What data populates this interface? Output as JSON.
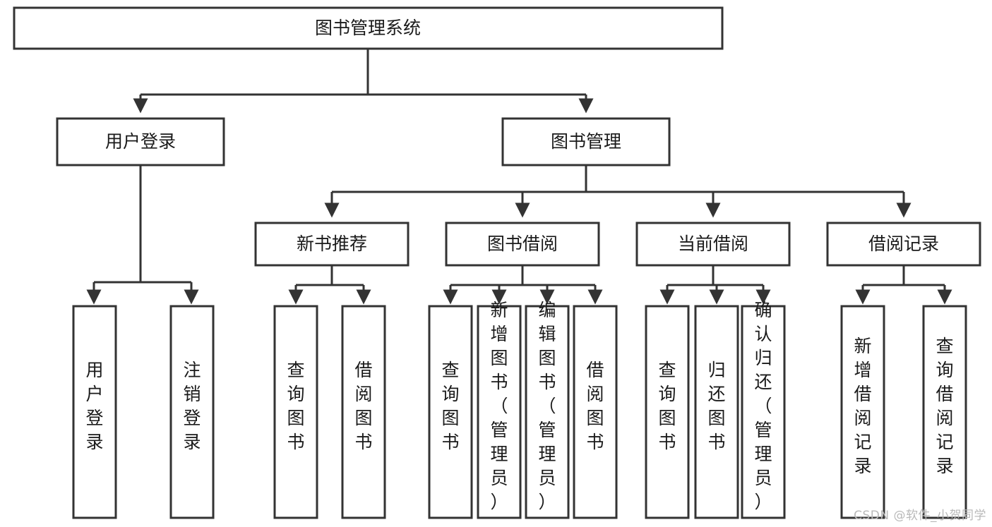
{
  "diagram": {
    "title": "图书管理系统",
    "type": "tree",
    "watermark": "CSDN @软件_小贺同学",
    "colors": {
      "stroke": "#333333",
      "fill": "#ffffff",
      "text": "#1a1a1a",
      "watermark": "#b9b9b9"
    },
    "levels": {
      "root": {
        "label": "图书管理系统"
      },
      "level2": [
        {
          "label": "用户登录"
        },
        {
          "label": "图书管理"
        }
      ],
      "level3": [
        {
          "label": "新书推荐"
        },
        {
          "label": "图书借阅"
        },
        {
          "label": "当前借阅"
        },
        {
          "label": "借阅记录"
        }
      ],
      "leaves": {
        "user_login": [
          {
            "label": "用户登录"
          },
          {
            "label": "注销登录"
          }
        ],
        "new_book_recommend": [
          {
            "label": "查询图书"
          },
          {
            "label": "借阅图书"
          }
        ],
        "book_borrow": [
          {
            "label": "查询图书"
          },
          {
            "label": "新增图书（管理员）"
          },
          {
            "label": "编辑图书（管理员）"
          },
          {
            "label": "借阅图书"
          }
        ],
        "current_borrow": [
          {
            "label": "查询图书"
          },
          {
            "label": "归还图书"
          },
          {
            "label": "确认归还（管理员）"
          }
        ],
        "borrow_record": [
          {
            "label": "新增借阅记录"
          },
          {
            "label": "查询借阅记录"
          }
        ]
      }
    }
  }
}
